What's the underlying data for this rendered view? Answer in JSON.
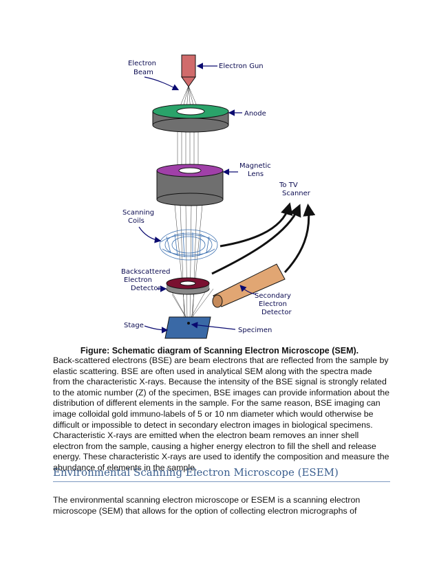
{
  "diagram": {
    "labels": {
      "electron_beam": [
        "Electron",
        "Beam"
      ],
      "electron_gun": "Electron Gun",
      "anode": "Anode",
      "magnetic_lens": [
        "Magnetic",
        "Lens"
      ],
      "to_tv_scanner": [
        "To TV",
        "Scanner"
      ],
      "scanning_coils": [
        "Scanning",
        "Coils"
      ],
      "backscattered_detector": [
        "Backscattered",
        "Electron",
        "Detector"
      ],
      "secondary_detector": [
        "Secondary",
        "Electron",
        "Detector"
      ],
      "stage": "Stage",
      "specimen": "Specimen"
    },
    "colors": {
      "gun": "#d06b6b",
      "anode_top": "#2aa36a",
      "lens_top": "#a040a8",
      "body": "#6f6f6f",
      "bse_ring": "#7a1030",
      "secondary": "#e1a673",
      "specimen": "#3a69a6",
      "arrow": "#0a0a70"
    }
  },
  "caption": "Figure: Schematic diagram of Scanning Electron Microscope (SEM).",
  "paragraph1": "Back-scattered electrons (BSE) are beam electrons that are reflected from the sample by elastic scattering. BSE are often used in analytical SEM along with the spectra made from the characteristic X-rays. Because the intensity of the BSE signal is strongly related to the atomic number (Z) of the specimen, BSE images can provide information about the distribution of different elements in the sample. For the same reason, BSE imaging can image colloidal gold immuno-labels of 5 or 10 nm diameter which would otherwise be difficult or impossible to detect in secondary electron images in biological specimens. Characteristic X-rays are emitted when the electron beam removes an inner shell electron from the sample, causing a higher energy electron to fill the shell and release energy. These characteristic X-rays are used to identify the composition and measure the abundance of elements in the sample.",
  "heading": "Environmental Scanning Electron Microscope (ESEM)",
  "paragraph2": "The environmental scanning electron microscope or ESEM is a scanning electron microscope (SEM) that allows for the option of collecting electron micrographs of"
}
